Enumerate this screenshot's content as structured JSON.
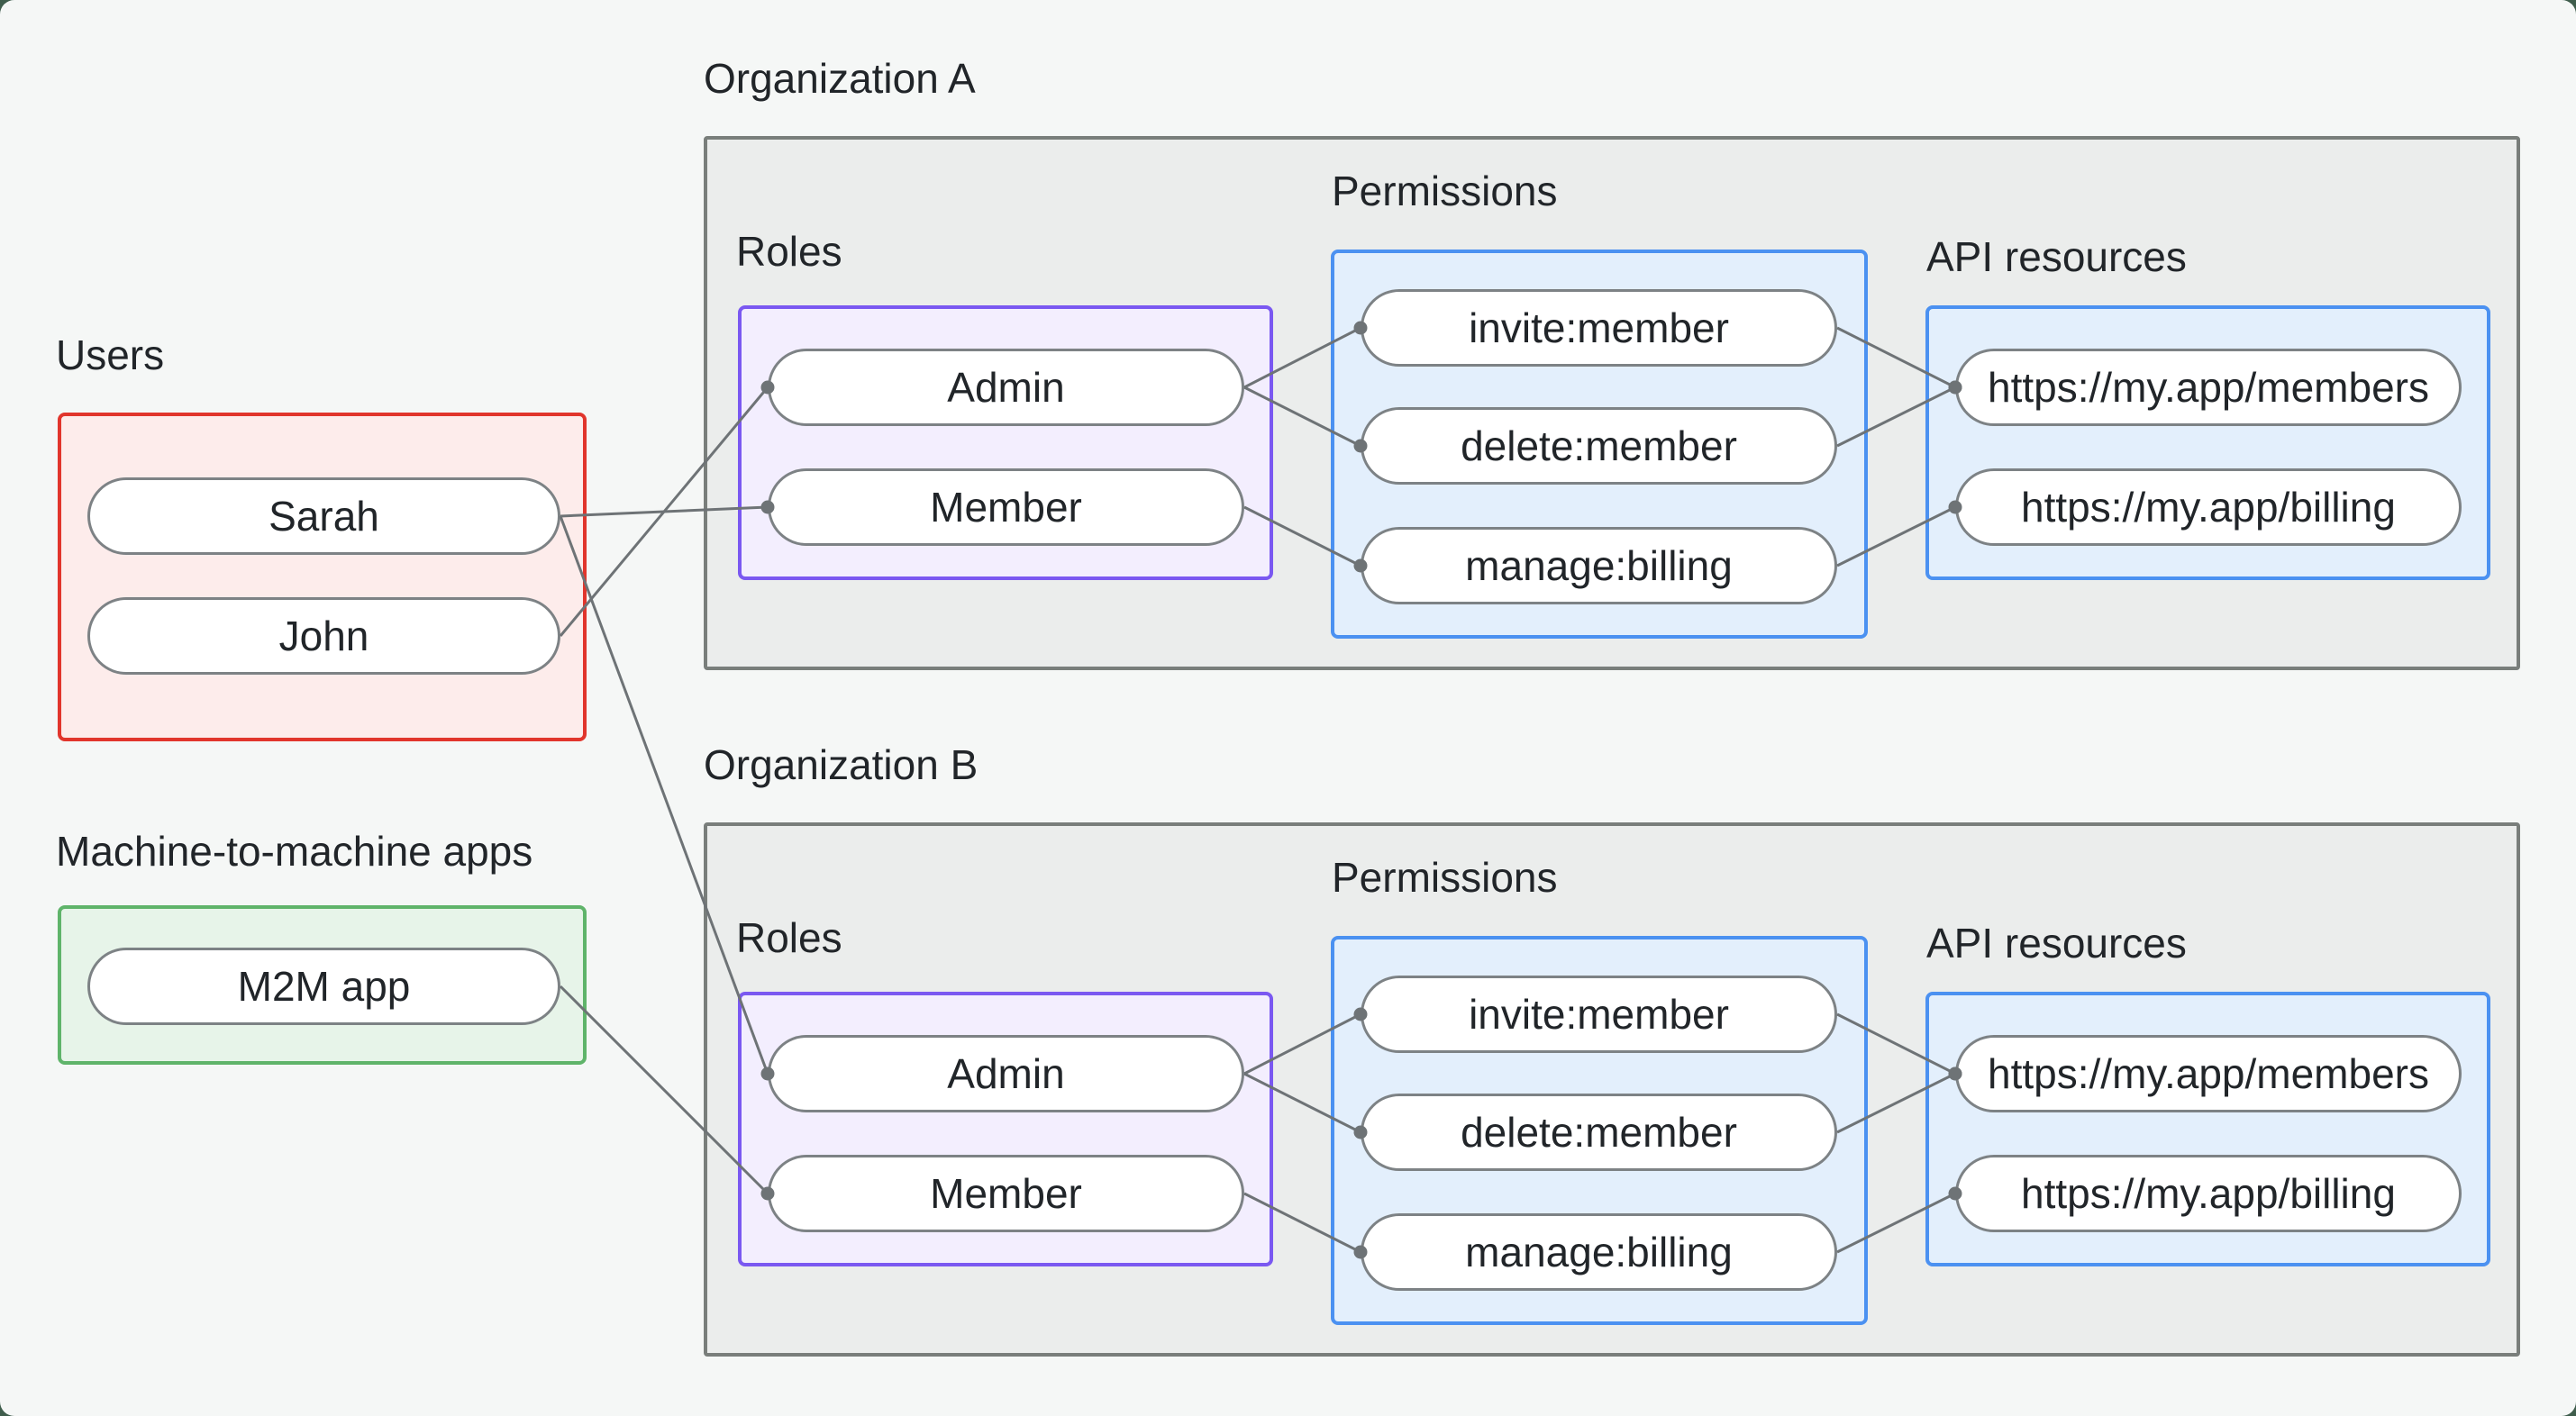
{
  "page": {
    "canvas_bg": "#f5f7f6",
    "outer_bg": "#3f5d4c"
  },
  "colors": {
    "line": "#6e7376",
    "container_fill": "#ebedec",
    "container_border": "#797e7b",
    "users_fill": "#fdeceb",
    "users_border": "#e1352c",
    "m2m_fill": "#e7f4e9",
    "m2m_border": "#5fb46a",
    "roles_fill": "#f3eefe",
    "roles_border": "#7a58f1",
    "blue_fill": "#e3effc",
    "blue_border": "#4b91f1",
    "node_fill": "#ffffff",
    "node_border": "#7d8285",
    "text": "#212529"
  },
  "users": {
    "label": "Users",
    "nodes": [
      {
        "id": "sarah",
        "label": "Sarah"
      },
      {
        "id": "john",
        "label": "John"
      }
    ]
  },
  "m2m": {
    "label": "Machine-to-machine apps",
    "nodes": [
      {
        "id": "m2m",
        "label": "M2M app"
      }
    ]
  },
  "organizations": [
    {
      "label": "Organization A",
      "roles_label": "Roles",
      "roles": [
        {
          "id": "a-admin",
          "label": "Admin"
        },
        {
          "id": "a-member",
          "label": "Member"
        }
      ],
      "permissions_label": "Permissions",
      "permissions": [
        {
          "id": "a-invite",
          "label": "invite:member"
        },
        {
          "id": "a-delete",
          "label": "delete:member"
        },
        {
          "id": "a-manage",
          "label": "manage:billing"
        }
      ],
      "api_label": "API resources",
      "api_resources": [
        {
          "id": "a-members",
          "label": "https://my.app/members"
        },
        {
          "id": "a-billing",
          "label": "https://my.app/billing"
        }
      ]
    },
    {
      "label": "Organization B",
      "roles_label": "Roles",
      "roles": [
        {
          "id": "b-admin",
          "label": "Admin"
        },
        {
          "id": "b-member",
          "label": "Member"
        }
      ],
      "permissions_label": "Permissions",
      "permissions": [
        {
          "id": "b-invite",
          "label": "invite:member"
        },
        {
          "id": "b-delete",
          "label": "delete:member"
        },
        {
          "id": "b-manage",
          "label": "manage:billing"
        }
      ],
      "api_label": "API resources",
      "api_resources": [
        {
          "id": "b-members",
          "label": "https://my.app/members"
        },
        {
          "id": "b-billing",
          "label": "https://my.app/billing"
        }
      ]
    }
  ],
  "edges": [
    {
      "from": "sarah",
      "to": "a-member"
    },
    {
      "from": "john",
      "to": "a-admin"
    },
    {
      "from": "sarah",
      "to": "b-admin"
    },
    {
      "from": "m2m",
      "to": "b-member"
    },
    {
      "from": "a-admin",
      "to": "a-invite"
    },
    {
      "from": "a-admin",
      "to": "a-delete"
    },
    {
      "from": "a-member",
      "to": "a-manage"
    },
    {
      "from": "a-invite",
      "to": "a-members"
    },
    {
      "from": "a-delete",
      "to": "a-members"
    },
    {
      "from": "a-manage",
      "to": "a-billing"
    },
    {
      "from": "b-admin",
      "to": "b-invite"
    },
    {
      "from": "b-admin",
      "to": "b-delete"
    },
    {
      "from": "b-member",
      "to": "b-manage"
    },
    {
      "from": "b-invite",
      "to": "b-members"
    },
    {
      "from": "b-delete",
      "to": "b-members"
    },
    {
      "from": "b-manage",
      "to": "b-billing"
    }
  ]
}
